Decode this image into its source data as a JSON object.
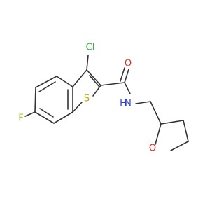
{
  "molecule": {
    "atoms": {
      "cl": {
        "symbol": "Cl",
        "color": "#3cb34a"
      },
      "f": {
        "symbol": "F",
        "color": "#9acd32"
      },
      "s": {
        "symbol": "S",
        "color": "#c8a400"
      },
      "o_carbonyl": {
        "symbol": "O",
        "color": "#e8271b"
      },
      "n": {
        "symbol": "N",
        "color": "#2b3fd6"
      },
      "h": {
        "symbol": "H",
        "color": "#2b3fd6"
      },
      "o_ring": {
        "symbol": "O",
        "color": "#e8271b"
      }
    },
    "bond_color": "#333333"
  }
}
